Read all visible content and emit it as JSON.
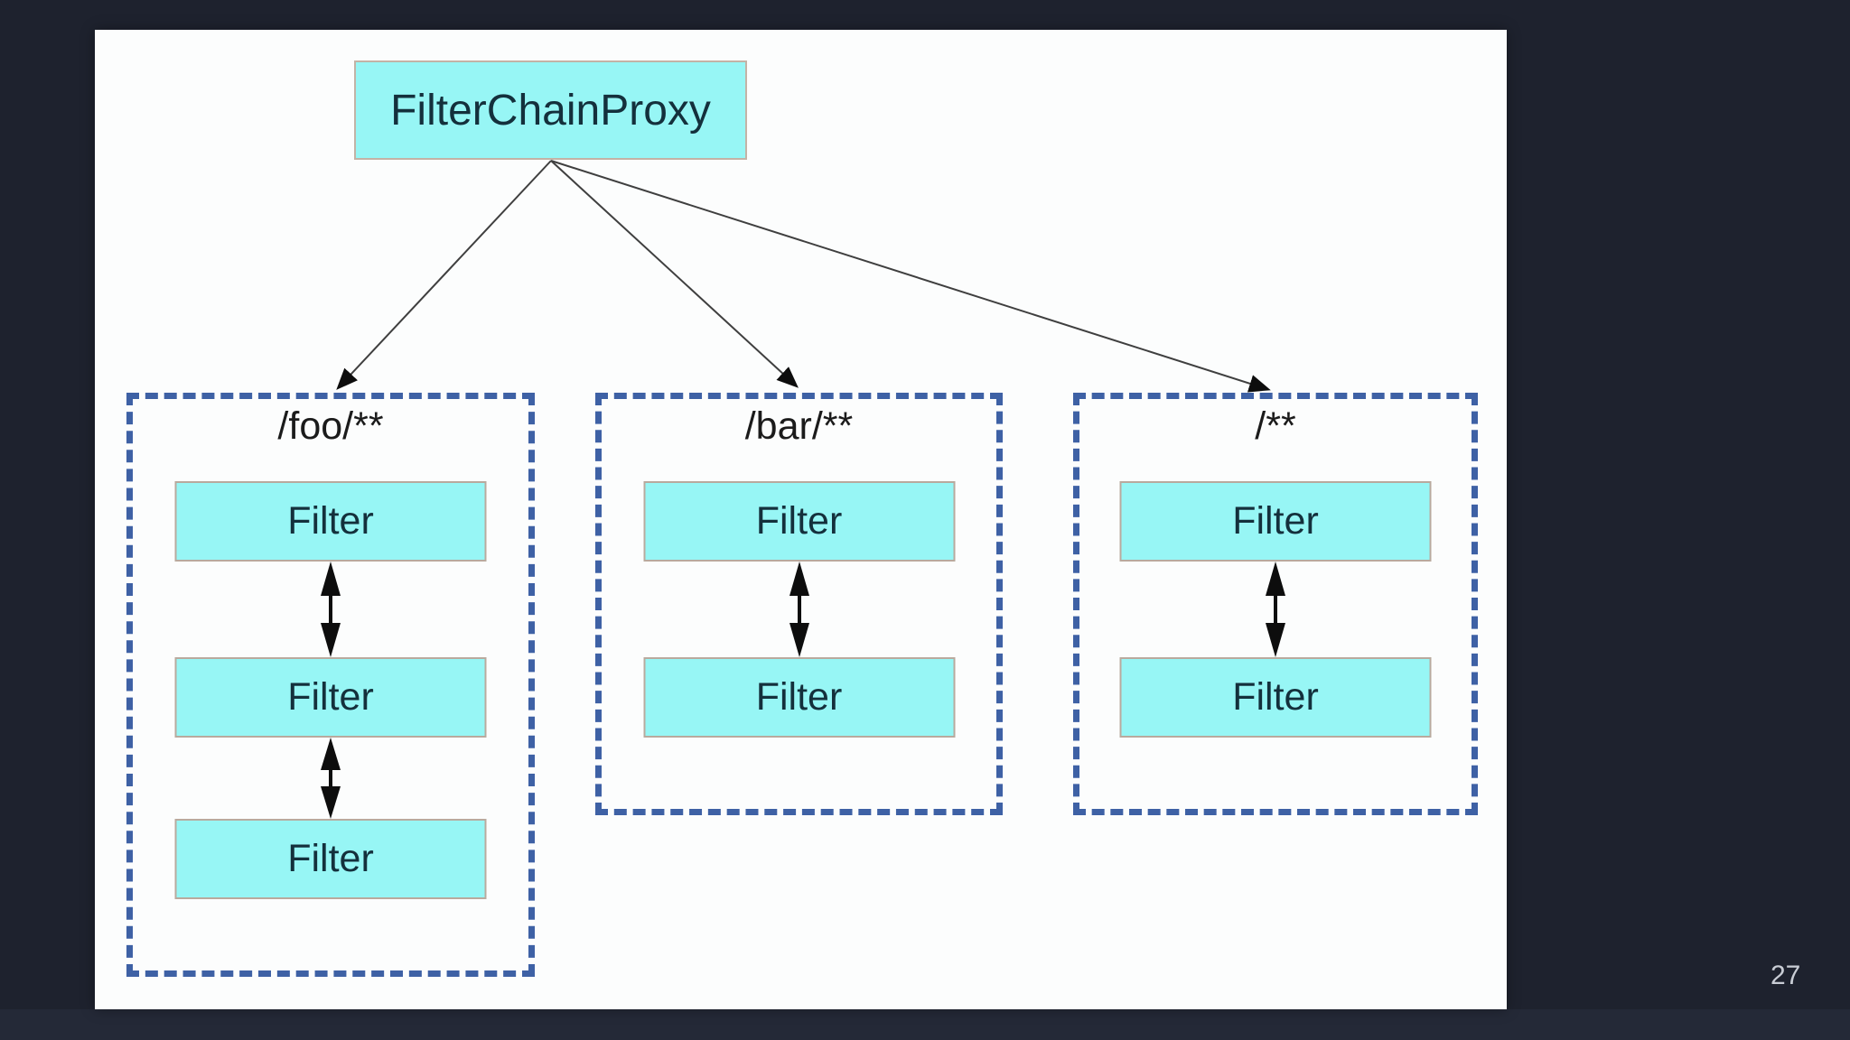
{
  "page": {
    "number": "27"
  },
  "diagram": {
    "root_label": "FilterChainProxy",
    "chains": [
      {
        "pattern": "/foo/**",
        "filters": [
          "Filter",
          "Filter",
          "Filter"
        ]
      },
      {
        "pattern": "/bar/**",
        "filters": [
          "Filter",
          "Filter"
        ]
      },
      {
        "pattern": "/**",
        "filters": [
          "Filter",
          "Filter"
        ]
      }
    ],
    "colors": {
      "node_fill": "#97f6f5",
      "node_border": "#b9aa9e",
      "dashed_border": "#3e61a5",
      "arrow": "#0d0d0d",
      "slide_bg": "#fcfdfd",
      "stage_bg": "#1e222e",
      "page_number_text": "#c9cdd5"
    }
  }
}
